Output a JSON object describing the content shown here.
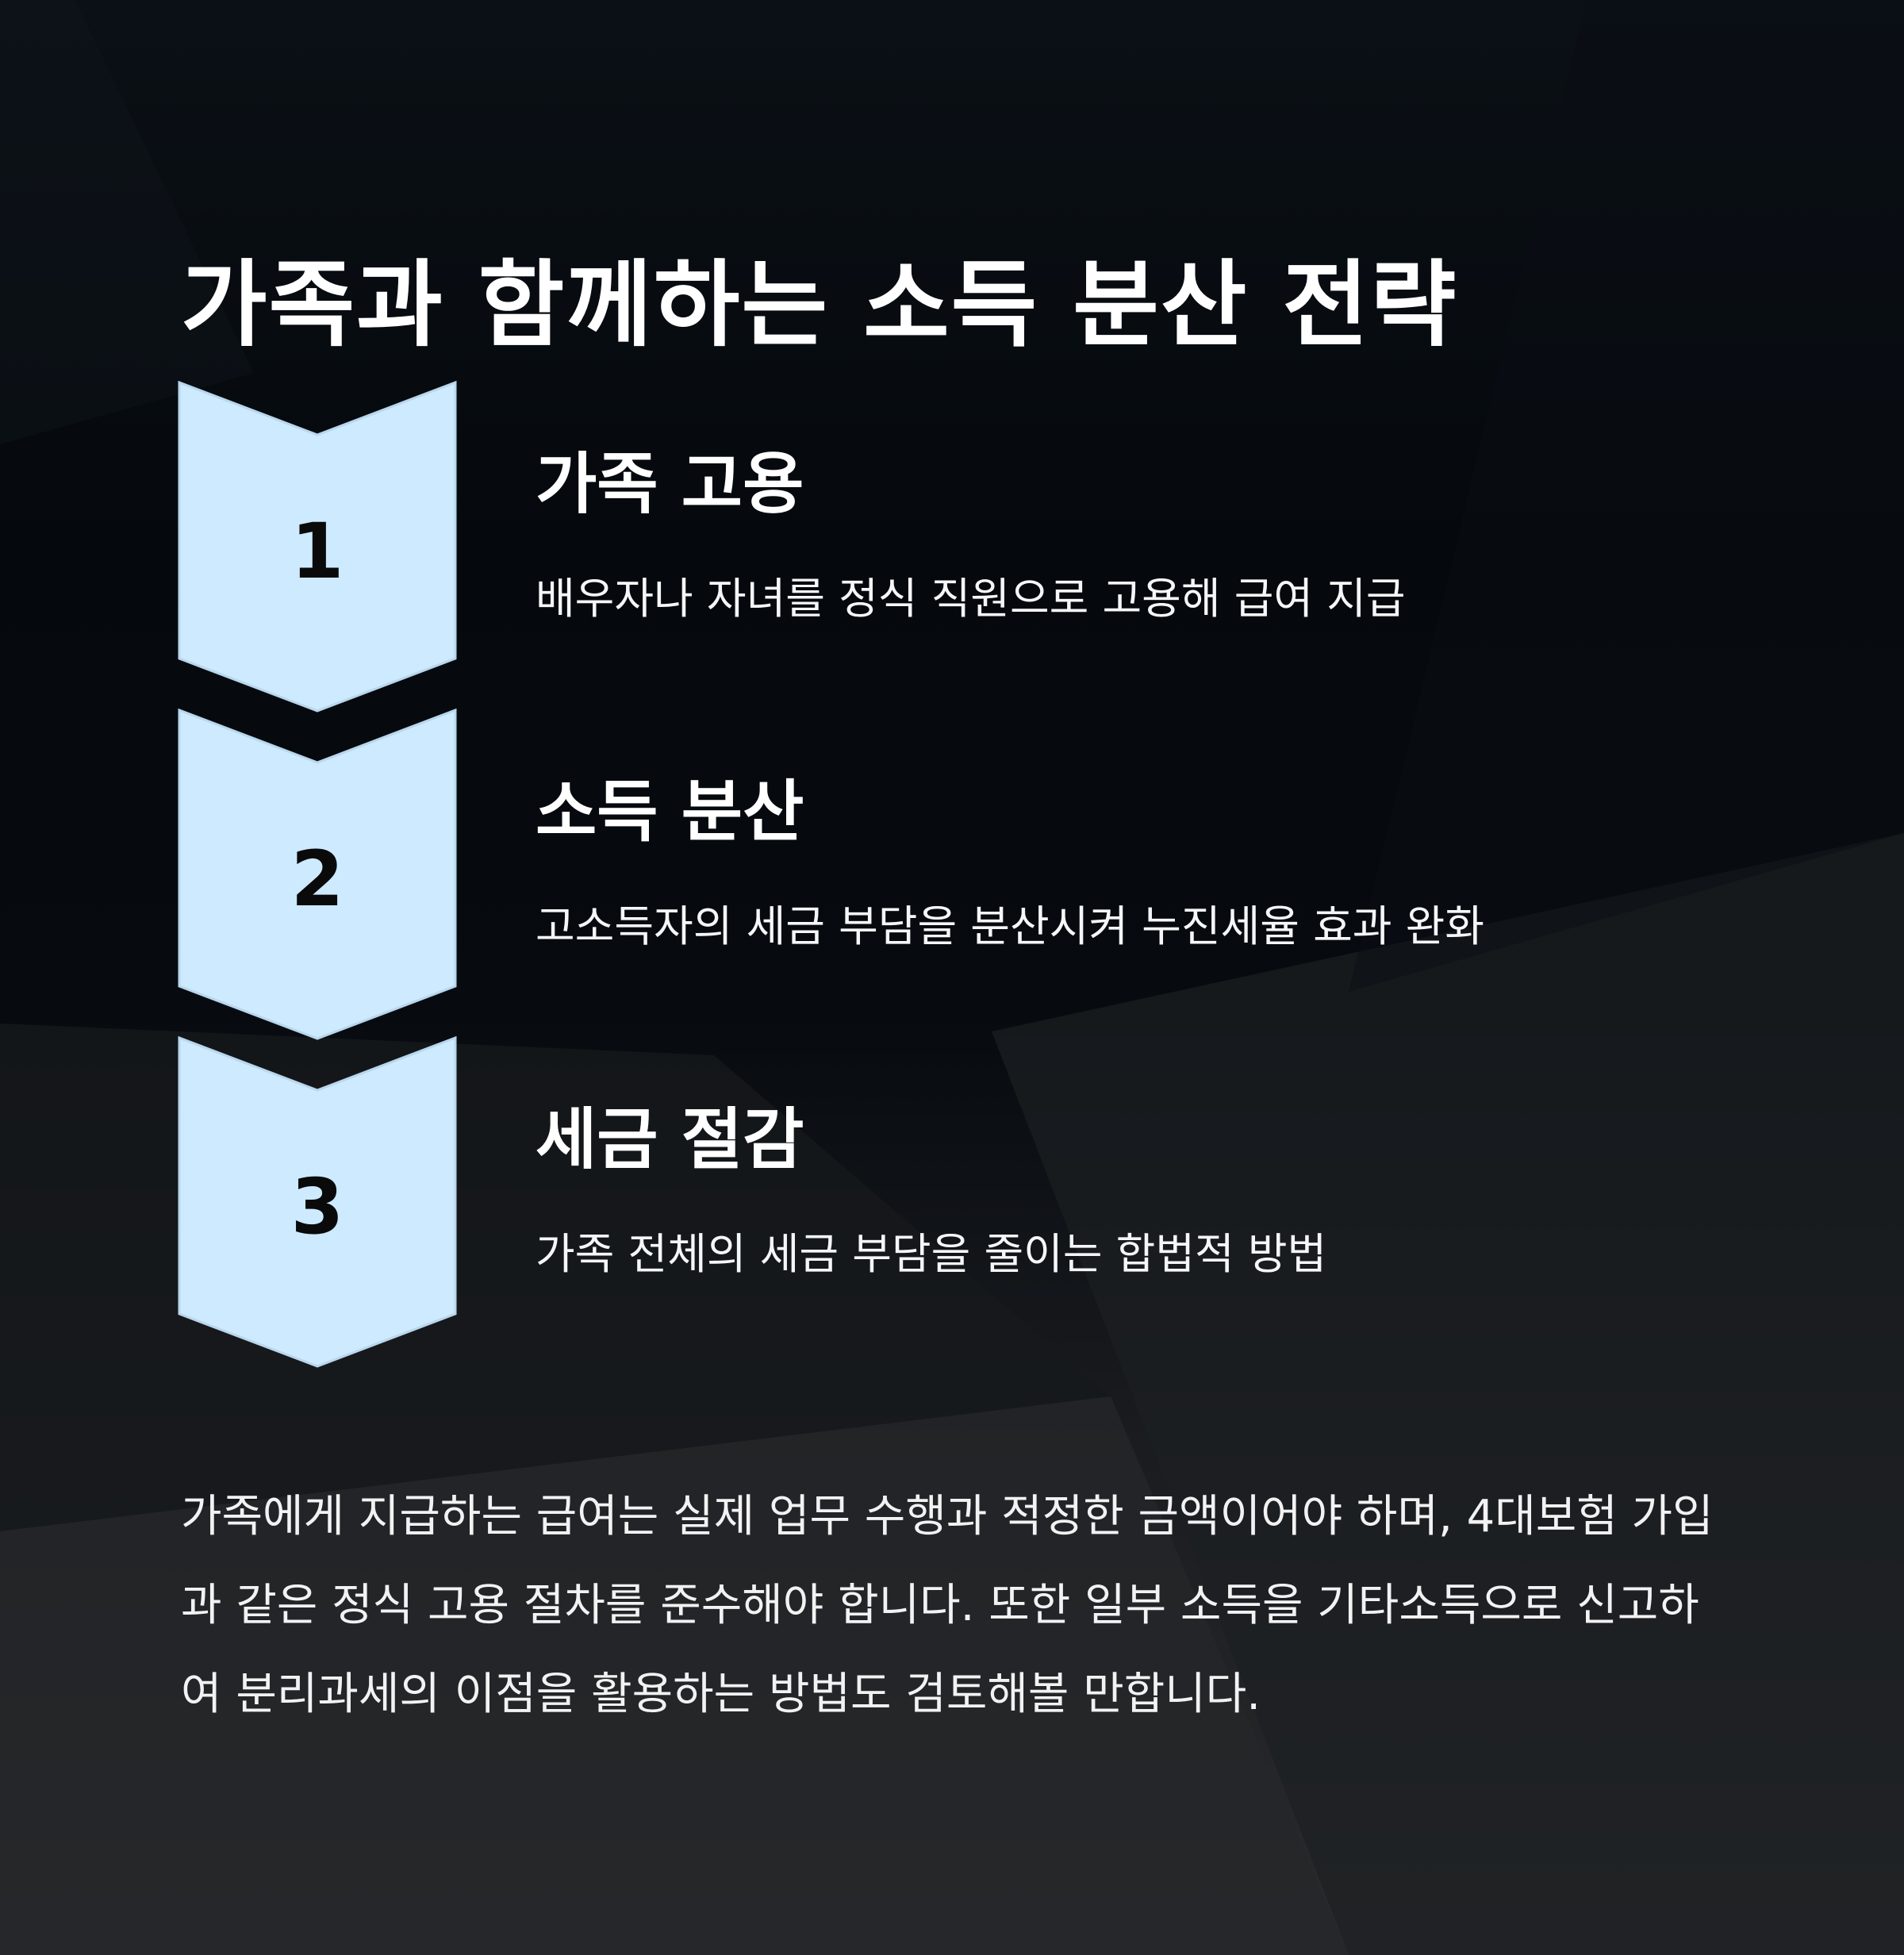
{
  "title": "가족과 함께하는 소득 분산 전략",
  "steps": [
    {
      "number": "1",
      "heading": "가족 고용",
      "description": "배우자나 자녀를 정식 직원으로 고용해 급여 지급"
    },
    {
      "number": "2",
      "heading": "소득 분산",
      "description": "고소득자의 세금 부담을 분산시켜 누진세율 효과 완화"
    },
    {
      "number": "3",
      "heading": "세금 절감",
      "description": "가족 전체의 세금 부담을 줄이는 합법적 방법"
    }
  ],
  "note": "가족에게 지급하는 급여는 실제 업무 수행과 적정한 금액이어야 하며, 4대보험 가입과 같은 정식 고용 절차를 준수해야 합니다. 또한 일부 소득을 기타소득으로 신고하여 분리과세의 이점을 활용하는 방법도 검토해볼 만합니다.",
  "colors": {
    "badge_fill": "#cdeafe",
    "badge_stroke": "#b9d6ec",
    "background_dark": "#05090d",
    "text": "#ffffff"
  }
}
